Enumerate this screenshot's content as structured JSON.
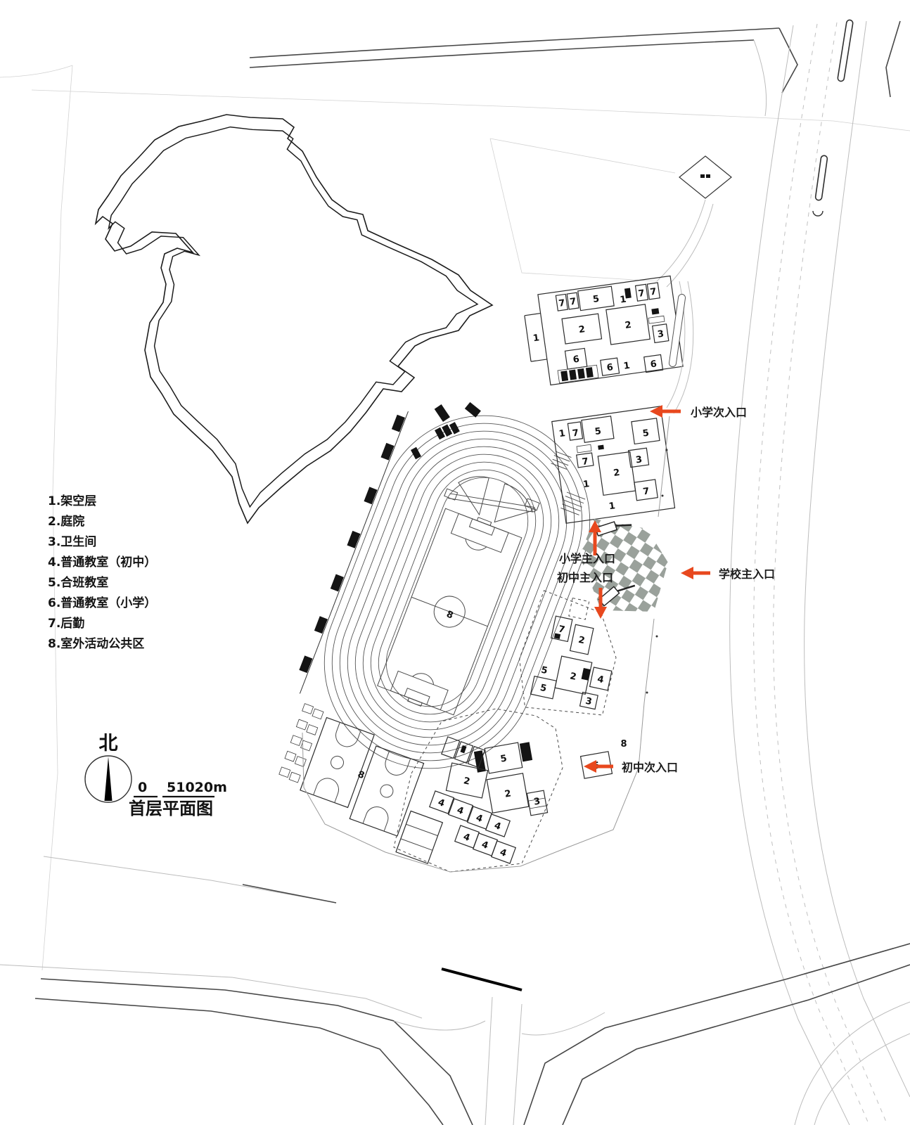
{
  "title": "首层平面图",
  "compass": {
    "label": "北"
  },
  "scale_bar": {
    "zero": "0",
    "marks": "51020m"
  },
  "legend": {
    "items": [
      "1.架空层",
      "2.庭院",
      "3.卫生间",
      "4.普通教室（初中）",
      "5.合班教室",
      "6.普通教室（小学）",
      "7.后勤",
      "8.室外活动公共区"
    ]
  },
  "entrances": {
    "primary_secondary": "小学次入口",
    "primary_main": "小学主入口",
    "middle_main": "初中主入口",
    "school_main": "学校主入口",
    "middle_secondary": "初中次入口"
  },
  "digits": {
    "d1": "1",
    "d2": "2",
    "d3": "3",
    "d4": "4",
    "d5": "5",
    "d6": "6",
    "d7": "7",
    "d8": "8"
  },
  "colors": {
    "arrow": "#e8481e",
    "line_dark": "#2e2e2e",
    "line_light": "#bcbcbc",
    "checker": "#9aa19b"
  }
}
